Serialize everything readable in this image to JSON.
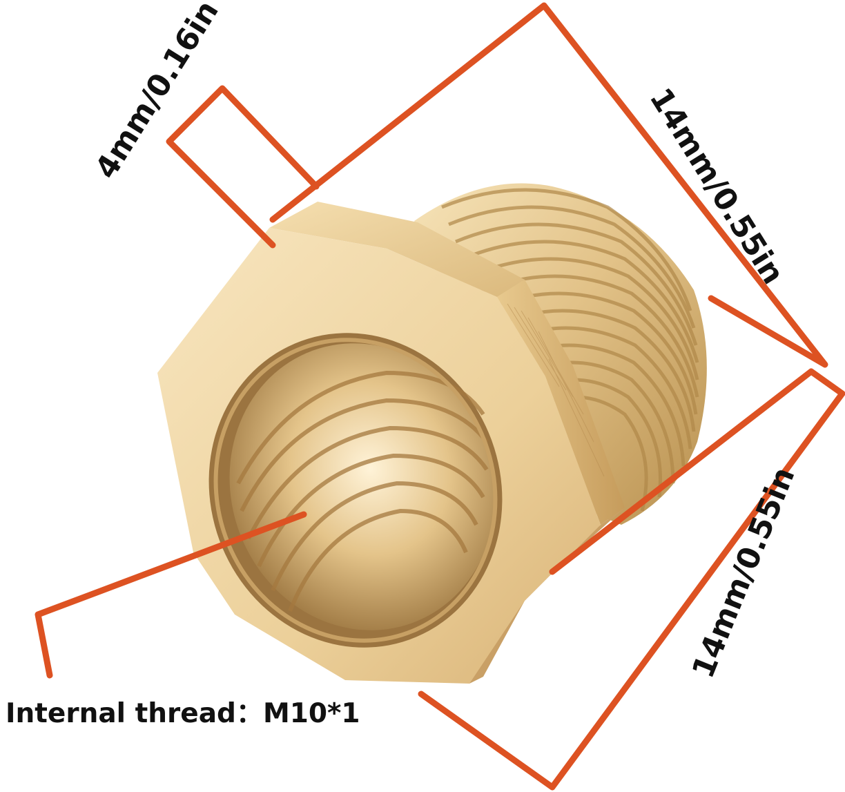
{
  "labels": {
    "flat_thickness": "4mm/0.16in",
    "hex_width": "14mm/0.55in",
    "thread_length": "14mm/0.55in",
    "internal_thread": "Internal thread：M10*1"
  },
  "colors": {
    "annotation_line": "#dd5222",
    "brass_light": "#f3dcae",
    "brass_mid": "#d9b57a",
    "brass_dark": "#a8824a",
    "text": "#111111"
  }
}
